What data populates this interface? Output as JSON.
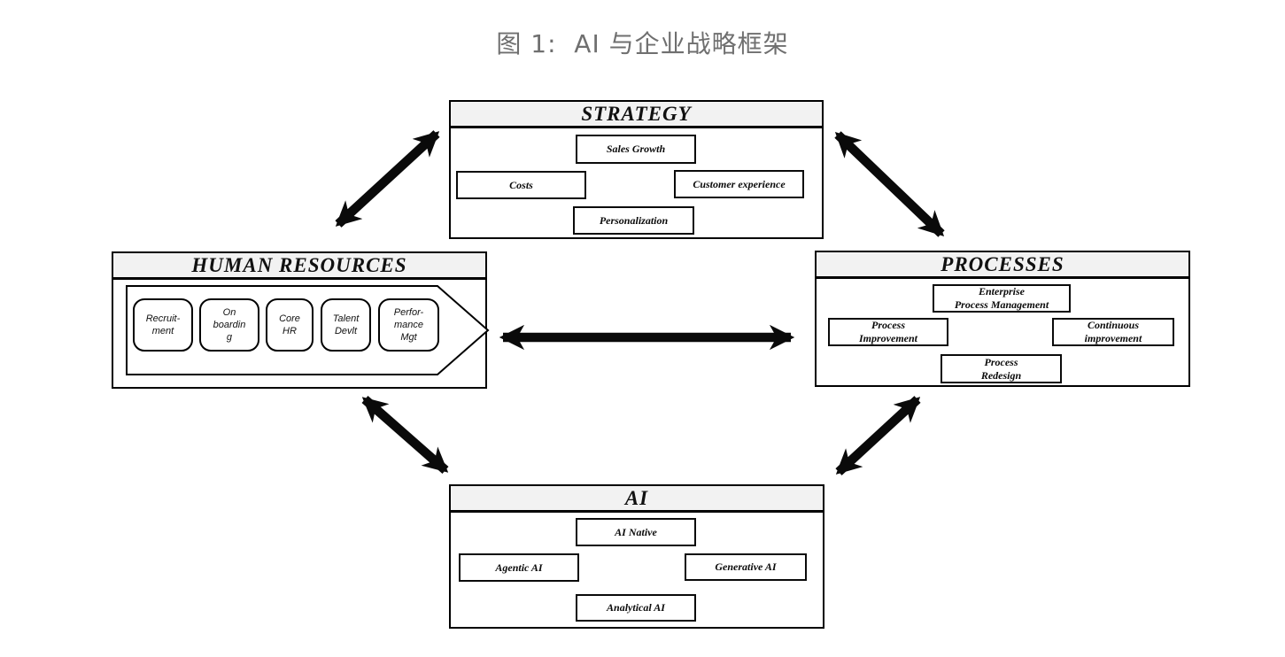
{
  "title": "图 1:  AI 与企业战略框架",
  "colors": {
    "title_text": "#6f6f6f",
    "panel_header_fill": "#f2f2f2",
    "border": "#000000",
    "arrow": "#0a0a0a"
  },
  "panels": {
    "strategy": {
      "header": "STRATEGY",
      "items": {
        "top": "Sales Growth",
        "left": "Costs",
        "right": "Customer experience",
        "bottom": "Personalization"
      }
    },
    "human_resources": {
      "header": "HUMAN RESOURCES",
      "process_steps": [
        "Recruit-\nment",
        "On\nboardin\ng",
        "Core\nHR",
        "Talent\nDevlt",
        "Perfor-\nmance\nMgt"
      ]
    },
    "processes": {
      "header": "PROCESSES",
      "items": {
        "top": "Enterprise\nProcess Management",
        "left": "Process\nImprovement",
        "right": "Continuous\nimprovement",
        "bottom": "Process\nRedesign"
      }
    },
    "ai": {
      "header": "AI",
      "items": {
        "top": "AI Native",
        "left": "Agentic AI",
        "right": "Generative AI",
        "bottom": "Analytical AI"
      }
    }
  },
  "connectors": [
    {
      "name": "hr-strategy",
      "type": "double-headed-arrow"
    },
    {
      "name": "strategy-processes",
      "type": "double-headed-arrow"
    },
    {
      "name": "hr-processes",
      "type": "double-headed-arrow"
    },
    {
      "name": "hr-ai",
      "type": "double-headed-arrow"
    },
    {
      "name": "processes-ai",
      "type": "double-headed-arrow"
    }
  ]
}
